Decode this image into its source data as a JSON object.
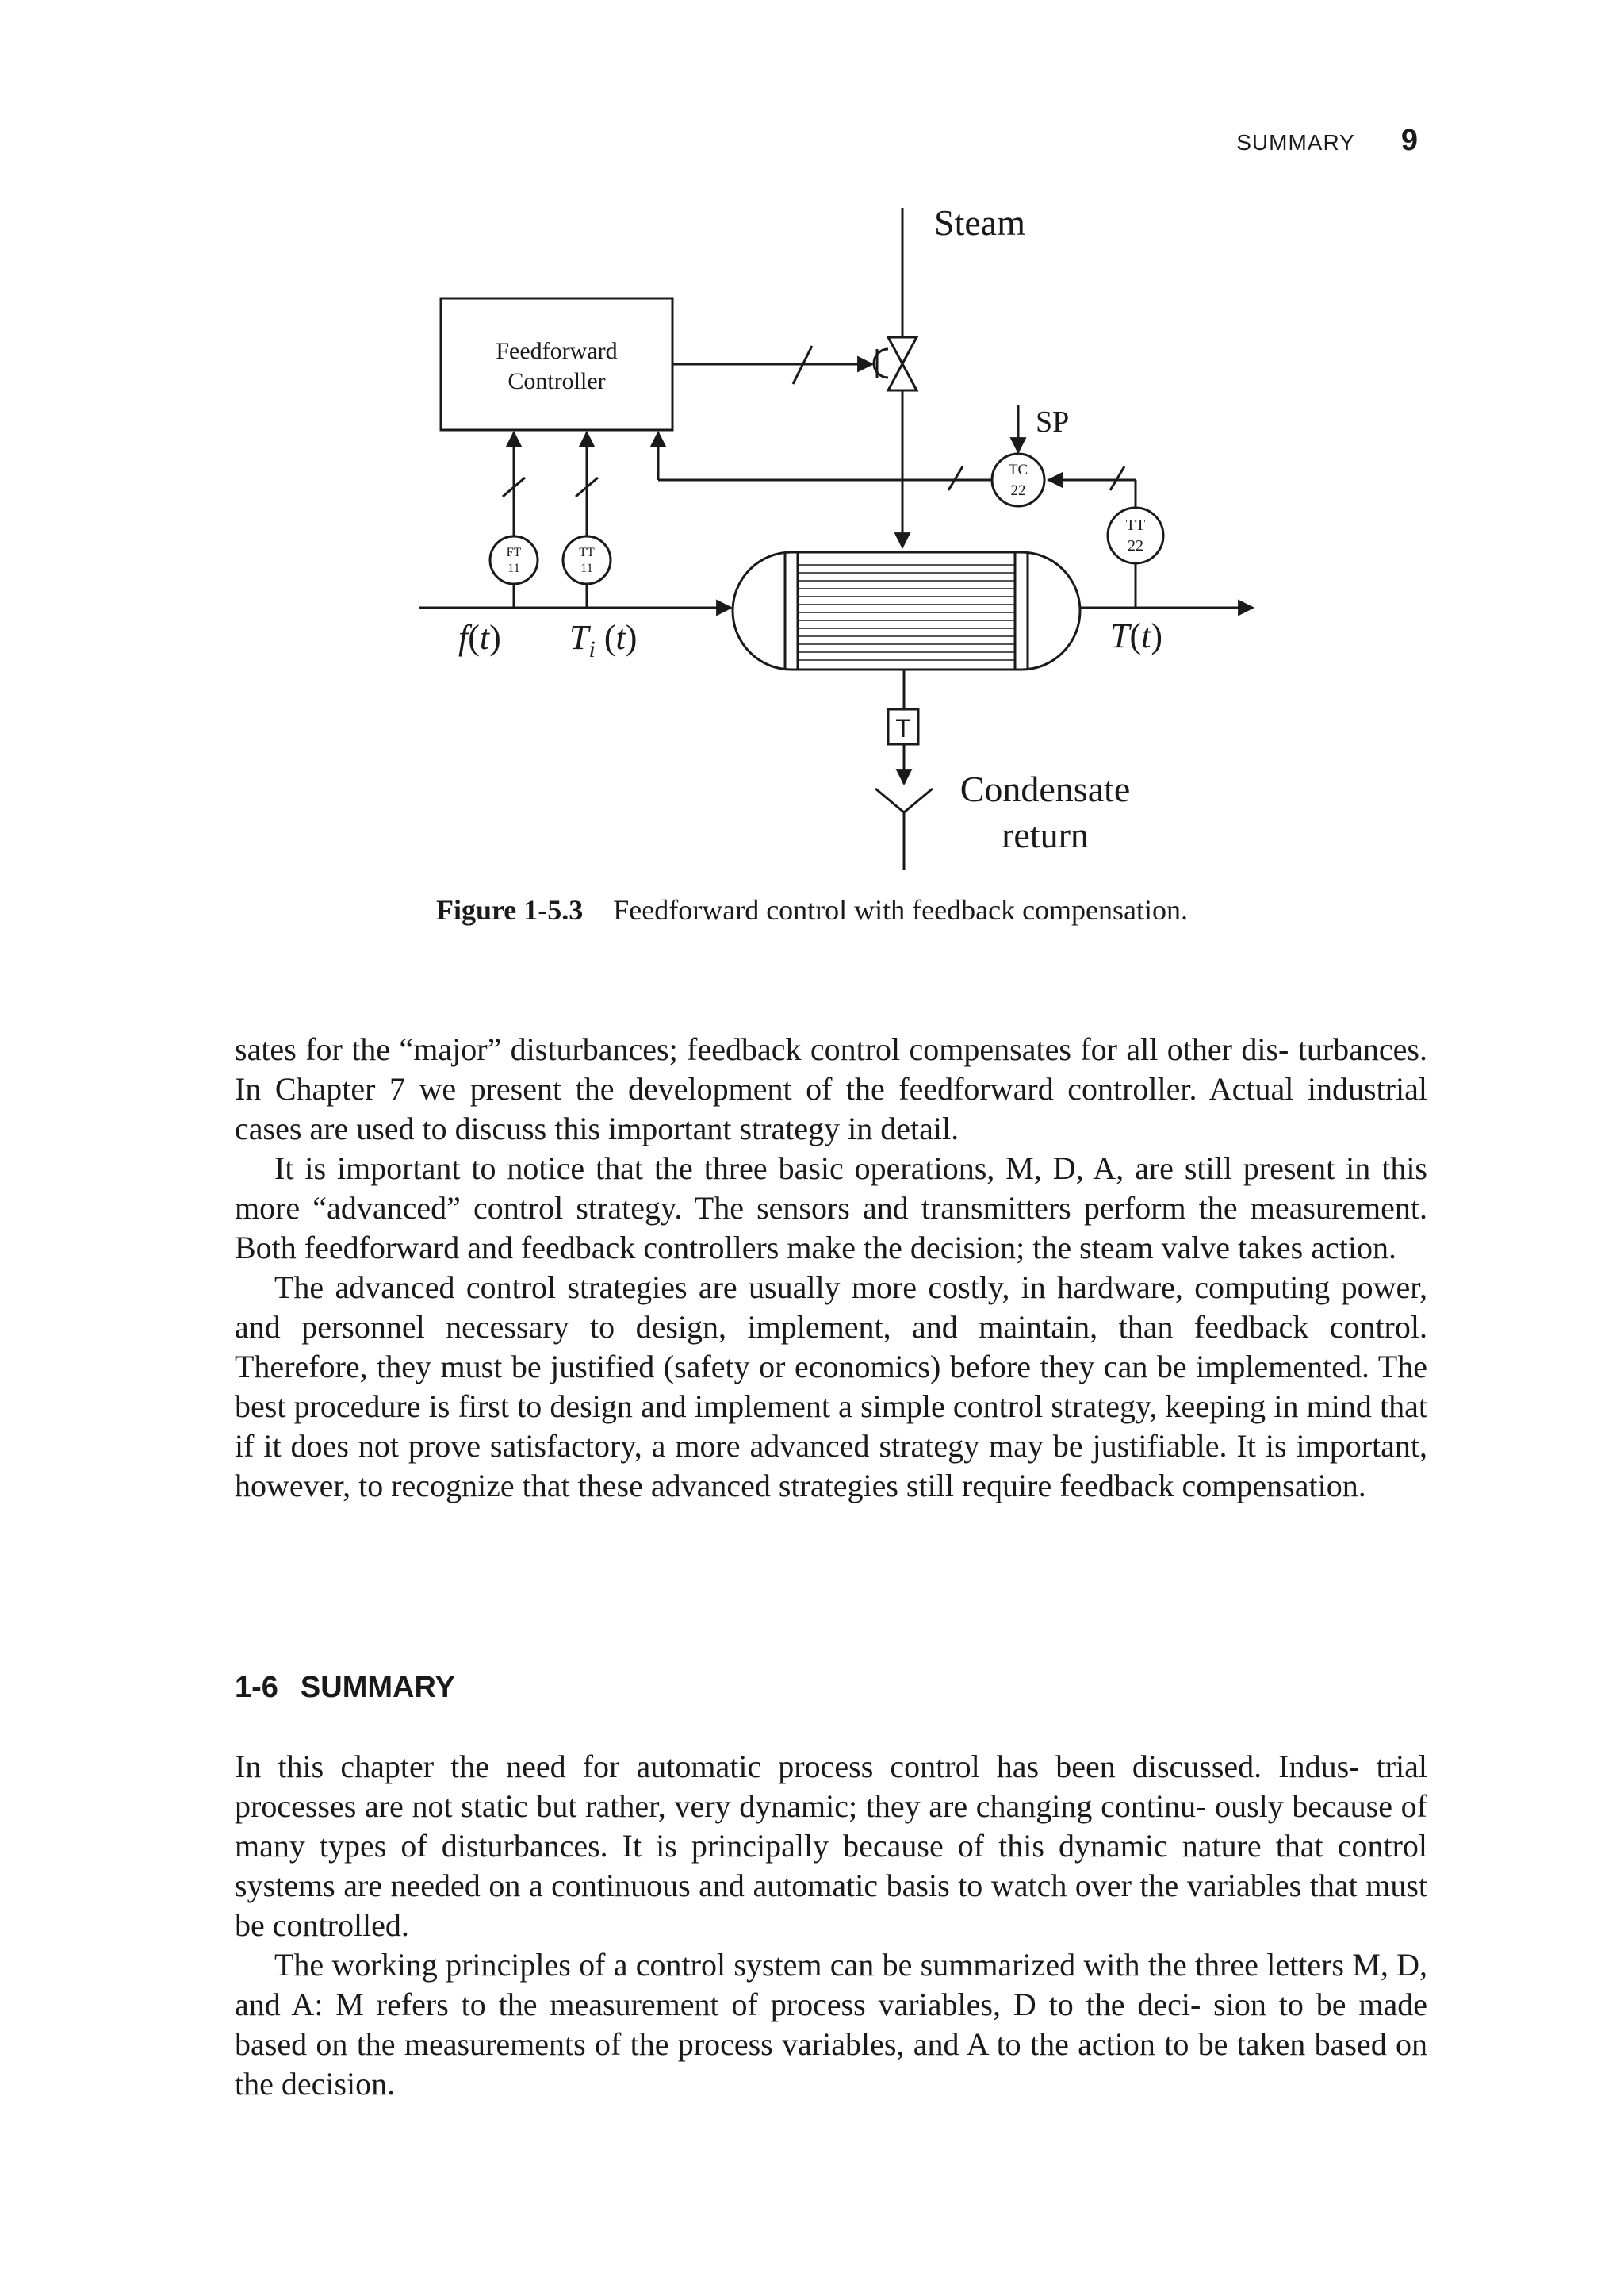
{
  "header": {
    "running_head": "SUMMARY",
    "page_number": "9"
  },
  "figure": {
    "labels": {
      "steam": "Steam",
      "controller_line1": "Feedforward",
      "controller_line2": "Controller",
      "setpoint": "SP",
      "tc_tag": "TC",
      "tc_number": "22",
      "tt22_tag": "TT",
      "tt22_number": "22",
      "ft_tag": "FT",
      "ft_number": "11",
      "tt11_tag": "TT",
      "tt11_number": "11",
      "flow_fn": "f",
      "flow_arg": "t",
      "inlet_temp_symbol": "T",
      "inlet_temp_subscript": "i",
      "inlet_temp_arg": "t",
      "outlet_temp_symbol": "T",
      "outlet_temp_arg": "t",
      "trap": "T",
      "condensate_line1": "Condensate",
      "condensate_line2": "return"
    },
    "caption_label": "Figure 1-5.3",
    "caption_text": "Feedforward control with feedback compensation."
  },
  "body": {
    "paragraphs_top": [
      "sates for the “major” disturbances; feedback control compensates for all other dis- turbances. In Chapter 7 we present the development of the feedforward controller. Actual industrial cases are used to discuss this important strategy in detail.",
      "It is important to notice that the three basic operations, M, D, A, are still present in this more “advanced” control strategy. The sensors and transmitters perform the measurement. Both feedforward and feedback controllers make the decision; the steam valve takes action.",
      "The advanced control strategies are usually more costly, in hardware, computing power, and personnel necessary to design, implement, and maintain, than feedback control. Therefore, they must be justified (safety or economics) before they can be implemented. The best procedure is first to design and implement a simple control strategy, keeping in mind that if it does not prove satisfactory, a more advanced strategy may be justifiable. It is important, however, to recognize that these advanced strategies still require feedback compensation."
    ],
    "section": {
      "number": "1-6",
      "title": "SUMMARY"
    },
    "paragraphs_bottom": [
      "In this chapter the need for automatic process control has been discussed. Indus- trial processes are not static but rather, very dynamic; they are changing continu- ously because of many types of disturbances. It is principally because of this dynamic nature that control systems are needed on a continuous and automatic basis to watch over the variables that must be controlled.",
      "The working principles of a control system can be summarized with the three letters M, D, and A: M refers to the measurement of process variables, D to the deci- sion to be made based on the measurements of the process variables, and A to the action to be taken based on the decision."
    ]
  }
}
